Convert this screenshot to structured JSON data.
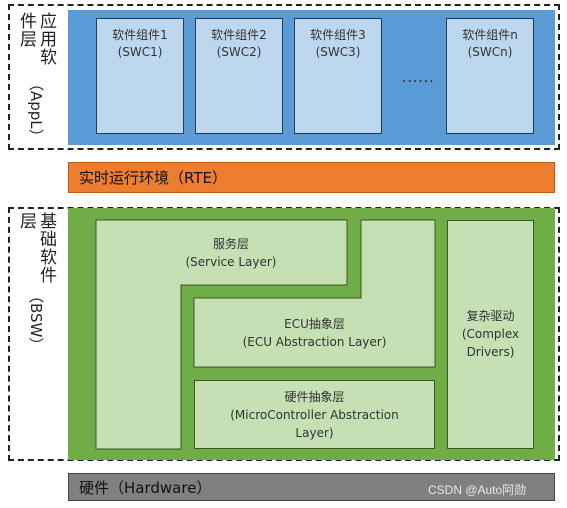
{
  "appl": {
    "label_cn": "应用软件层",
    "label_en": "（AppL）",
    "components": [
      {
        "name": "软件组件1",
        "id": "(SWC1)"
      },
      {
        "name": "软件组件2",
        "id": "(SWC2)"
      },
      {
        "name": "软件组件3",
        "id": "(SWC3)"
      },
      {
        "name": "软件组件n",
        "id": "(SWCn)"
      }
    ],
    "ellipsis": "......"
  },
  "rte": {
    "label": "实时运行环境（RTE）"
  },
  "bsw": {
    "label_cn": "基础软件层",
    "label_en": "（BSW）",
    "service": {
      "cn": "服务层",
      "en": "(Service Layer)"
    },
    "ecu": {
      "cn": "ECU抽象层",
      "en": "(ECU Abstraction Layer)"
    },
    "mcal": {
      "cn": "硬件抽象层",
      "en1": "(MicroController Abstraction",
      "en2": "Layer)"
    },
    "cdd": {
      "cn": "复杂驱动",
      "en1": "(Complex",
      "en2": "Drivers)"
    }
  },
  "hardware": {
    "label": "硬件（Hardware）"
  },
  "watermark": "CSDN @Auto阿勋",
  "colors": {
    "appl_bg": "#5b9bd5",
    "swc_bg": "#bdd7ee",
    "rte_bg": "#ed7d31",
    "bsw_bg": "#70ad47",
    "bsw_box_bg": "#c5e0b4",
    "hardware_bg": "#808080"
  }
}
